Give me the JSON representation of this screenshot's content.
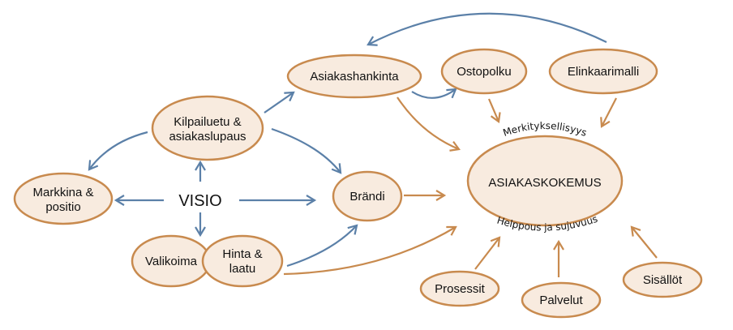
{
  "diagram": {
    "center": {
      "label": "ASIAKASKOKEMUS",
      "top_arc_label": "Merkityksellisyys",
      "bottom_arc_label": "Helppous ja sujuvuus"
    },
    "visio": "VISIO",
    "nodes": {
      "kilpailuetu": [
        "Kilpailuetu &",
        "asiakaslupaus"
      ],
      "markkina": [
        "Markkina &",
        "positio"
      ],
      "valikoima": "Valikoima",
      "hinta": [
        "Hinta &",
        "laatu"
      ],
      "brandi": "Brändi",
      "asiakashankinta": "Asiakashankinta",
      "ostopolku": "Ostopolku",
      "elinkaarimalli": "Elinkaarimalli",
      "prosessit": "Prosessit",
      "palvelut": "Palvelut",
      "sisallot": "Sisällöt"
    },
    "colors": {
      "node_fill": "#f8ebdf",
      "node_stroke": "#c88a4e",
      "arrow_blue": "#5b80a8",
      "arrow_orange": "#c88a4e"
    }
  }
}
